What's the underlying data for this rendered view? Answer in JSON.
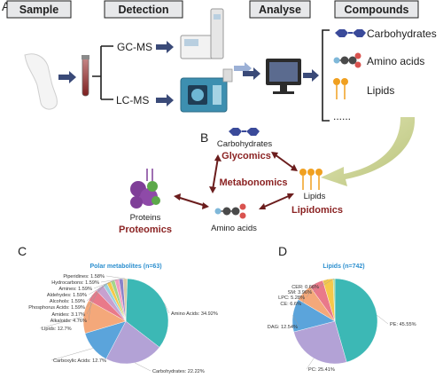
{
  "panel_a": {
    "letter": "A",
    "headers": {
      "sample": "Sample",
      "detection": "Detection",
      "analyse": "Analyse",
      "compounds": "Compounds"
    },
    "methods": {
      "gc": "GC-MS",
      "lc": "LC-MS"
    },
    "compounds": [
      "Carbohydrates",
      "Amino acids",
      "Lipids"
    ],
    "ellipsis": "......"
  },
  "panel_b": {
    "letter": "B",
    "carbohydrates": "Carbohydrates",
    "glycomics": "Glycomics",
    "metabonomics": "Metabonomics",
    "proteins": "Proteins",
    "proteomics": "Proteomics",
    "amino_acids": "Amino acids",
    "lipids": "Lipids",
    "lipidomics": "Lipidomics"
  },
  "colors": {
    "navy": "#3a4a78",
    "dark_red": "#8b2323",
    "header_fill": "#e7e8ea",
    "title_blue": "#2c8fcf",
    "curved_arrow": "#c5cf8a"
  },
  "chart_data": [
    {
      "panel_letter": "C",
      "type": "pie",
      "title": "Polar metabolites  (n=63)",
      "labels": [
        "Amino Acids",
        "Carbohydrates",
        "Carboxylic Acids",
        "Lipids",
        "Alkaloids",
        "Amides",
        "Phosphorus Acids",
        "Alcohols",
        "Aldehydes",
        "Amines",
        "Hydrocarbons",
        "Piperidines"
      ],
      "values": [
        34.92,
        22.22,
        12.7,
        12.7,
        4.76,
        3.17,
        1.59,
        1.59,
        1.59,
        1.59,
        1.59,
        1.58
      ],
      "label_texts": [
        "Amino Acids: 34.92%",
        "Carbohydrates: 22.22%",
        "Carboxylic Acids: 12.7%",
        "Lipids: 12.7%",
        "Alkaloids: 4.76%",
        "Amides: 3.17%",
        "Phosphorus Acids: 1.59%",
        "Alcohols: 1.59%",
        "Aldehydes: 1.59%",
        "Amines: 1.59%",
        "Hydrocarbons: 1.59%",
        "Piperidines: 1.58%"
      ],
      "colors": [
        "#3cb8b5",
        "#b3a2d6",
        "#5ba4db",
        "#f4a87a",
        "#e9798a",
        "#c7a1cf",
        "#9bd0e0",
        "#f6c84a",
        "#a6d58a",
        "#f29ec2",
        "#8a82c9",
        "#d9c9a8"
      ]
    },
    {
      "panel_letter": "D",
      "type": "pie",
      "title": "Lipids  (n=742)",
      "labels": [
        "PE",
        "PC",
        "DAG",
        "CE",
        "LPC",
        "SM",
        "CER"
      ],
      "values": [
        45.55,
        25.41,
        12.54,
        6.6,
        5.28,
        3.96,
        0.66
      ],
      "label_texts": [
        "PE: 45.55%",
        "PC: 25.41%",
        "DAG: 12.54%",
        "CE: 6.6%",
        "LPC: 5.28%",
        "SM: 3.96%",
        "CER: 0.66%"
      ],
      "colors": [
        "#3cb8b5",
        "#b3a2d6",
        "#5ba4db",
        "#f4a87a",
        "#e9798a",
        "#f6c84a",
        "#a6d58a"
      ]
    }
  ]
}
